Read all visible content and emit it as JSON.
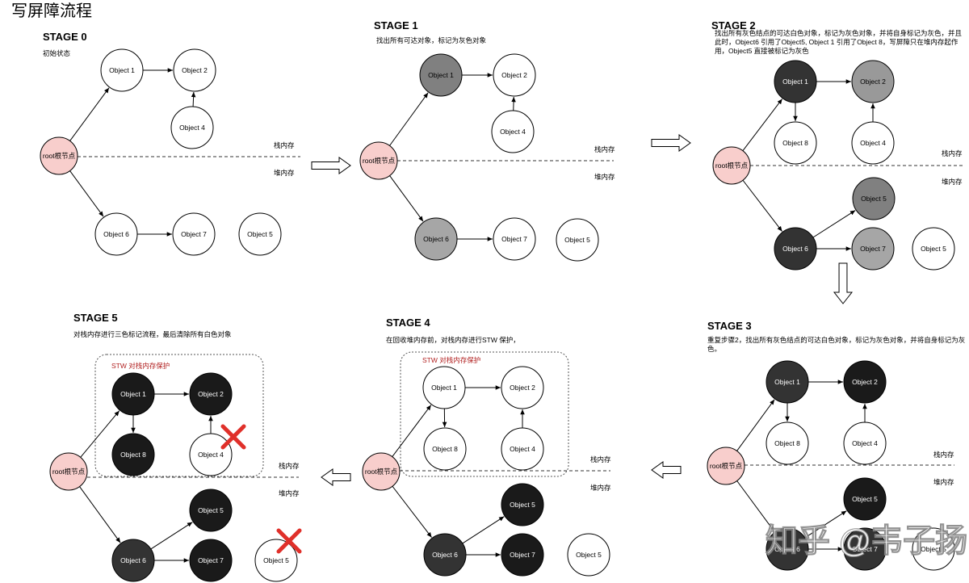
{
  "page_title": "写屏障流程",
  "labels": {
    "stack": "栈内存",
    "heap": "堆内存",
    "stw": "STW 对栈内存保护"
  },
  "watermark": "知乎 @韦子扬",
  "stages": [
    {
      "id": "s0",
      "title": "STAGE 0",
      "desc": [
        "初始状态"
      ],
      "nodes": [
        {
          "key": "root",
          "label": "root根节点",
          "fill": "#f8cecc"
        },
        {
          "key": "o1",
          "label": "Object 1",
          "fill": "#ffffff"
        },
        {
          "key": "o2",
          "label": "Object 2",
          "fill": "#ffffff"
        },
        {
          "key": "o4",
          "label": "Object 4",
          "fill": "#ffffff"
        },
        {
          "key": "o6",
          "label": "Object 6",
          "fill": "#ffffff"
        },
        {
          "key": "o7",
          "label": "Object 7",
          "fill": "#ffffff"
        },
        {
          "key": "o5",
          "label": "Object 5",
          "fill": "#ffffff"
        }
      ]
    },
    {
      "id": "s1",
      "title": "STAGE 1",
      "desc": [
        "找出所有可达对象，标记为灰色对象"
      ],
      "nodes": [
        {
          "key": "root",
          "label": "root根节点",
          "fill": "#f8cecc"
        },
        {
          "key": "o1",
          "label": "Object 1",
          "fill": "#808080"
        },
        {
          "key": "o2",
          "label": "Object 2",
          "fill": "#ffffff"
        },
        {
          "key": "o4",
          "label": "Object 4",
          "fill": "#ffffff"
        },
        {
          "key": "o6",
          "label": "Object 6",
          "fill": "#a6a6a6"
        },
        {
          "key": "o7",
          "label": "Object 7",
          "fill": "#ffffff"
        },
        {
          "key": "o5",
          "label": "Object 5",
          "fill": "#ffffff"
        }
      ]
    },
    {
      "id": "s2",
      "title": "STAGE 2",
      "desc": [
        "找出所有灰色结点的可达白色对象，标记为灰色对象，并将自身标记为灰色，并且",
        "此时，Object6 引用了Object5, Object 1 引用了Object 8，写屏障只在堆内存起作",
        "用，Object5 直接被标记为灰色"
      ],
      "nodes": [
        {
          "key": "root",
          "label": "root根节点",
          "fill": "#f8cecc"
        },
        {
          "key": "o1",
          "label": "Object 1",
          "fill": "#333333"
        },
        {
          "key": "o2",
          "label": "Object 2",
          "fill": "#999999"
        },
        {
          "key": "o8",
          "label": "Object 8",
          "fill": "#ffffff"
        },
        {
          "key": "o4",
          "label": "Object 4",
          "fill": "#ffffff"
        },
        {
          "key": "o5",
          "label": "Object 5",
          "fill": "#808080"
        },
        {
          "key": "o6",
          "label": "Object 6",
          "fill": "#333333"
        },
        {
          "key": "o7",
          "label": "Object 7",
          "fill": "#a6a6a6"
        },
        {
          "key": "o5b",
          "label": "Object 5",
          "fill": "#ffffff"
        }
      ]
    },
    {
      "id": "s3",
      "title": "STAGE 3",
      "desc": [
        "重复步骤2，找出所有灰色结点的可达白色对象，标记为灰色对象，并将自身标记为灰",
        "色。"
      ],
      "nodes": [
        {
          "key": "root",
          "label": "root根节点",
          "fill": "#f8cecc"
        },
        {
          "key": "o1",
          "label": "Object 1",
          "fill": "#333333"
        },
        {
          "key": "o2",
          "label": "Object 2",
          "fill": "#1a1a1a"
        },
        {
          "key": "o8",
          "label": "Object 8",
          "fill": "#ffffff"
        },
        {
          "key": "o4",
          "label": "Object 4",
          "fill": "#ffffff"
        },
        {
          "key": "o5",
          "label": "Object 5",
          "fill": "#1a1a1a"
        },
        {
          "key": "o6",
          "label": "Object 6",
          "fill": "#333333"
        },
        {
          "key": "o7",
          "label": "Object 7",
          "fill": "#333333"
        },
        {
          "key": "o5b",
          "label": "Object 5",
          "fill": "#ffffff"
        }
      ]
    },
    {
      "id": "s4",
      "title": "STAGE 4",
      "desc": [
        "在回收堆内存前，对栈内存进行STW 保护，"
      ],
      "nodes": [
        {
          "key": "root",
          "label": "root根节点",
          "fill": "#f8cecc"
        },
        {
          "key": "o1",
          "label": "Object 1",
          "fill": "#ffffff"
        },
        {
          "key": "o2",
          "label": "Object 2",
          "fill": "#ffffff"
        },
        {
          "key": "o8",
          "label": "Object 8",
          "fill": "#ffffff"
        },
        {
          "key": "o4",
          "label": "Object 4",
          "fill": "#ffffff"
        },
        {
          "key": "o5",
          "label": "Object 5",
          "fill": "#1a1a1a"
        },
        {
          "key": "o6",
          "label": "Object 6",
          "fill": "#333333"
        },
        {
          "key": "o7",
          "label": "Object 7",
          "fill": "#1a1a1a"
        },
        {
          "key": "o5b",
          "label": "Object 5",
          "fill": "#ffffff"
        }
      ]
    },
    {
      "id": "s5",
      "title": "STAGE 5",
      "desc": [
        "对栈内存进行三色标记流程，最后清除所有白色对象"
      ],
      "nodes": [
        {
          "key": "root",
          "label": "root根节点",
          "fill": "#f8cecc"
        },
        {
          "key": "o1",
          "label": "Object 1",
          "fill": "#1a1a1a"
        },
        {
          "key": "o2",
          "label": "Object 2",
          "fill": "#1a1a1a"
        },
        {
          "key": "o8",
          "label": "Object 8",
          "fill": "#1a1a1a"
        },
        {
          "key": "o4",
          "label": "Object 4",
          "fill": "#ffffff"
        },
        {
          "key": "o5",
          "label": "Object 5",
          "fill": "#1a1a1a"
        },
        {
          "key": "o6",
          "label": "Object 6",
          "fill": "#333333"
        },
        {
          "key": "o7",
          "label": "Object 7",
          "fill": "#1a1a1a"
        },
        {
          "key": "o5b",
          "label": "Object 5",
          "fill": "#ffffff"
        }
      ]
    }
  ]
}
